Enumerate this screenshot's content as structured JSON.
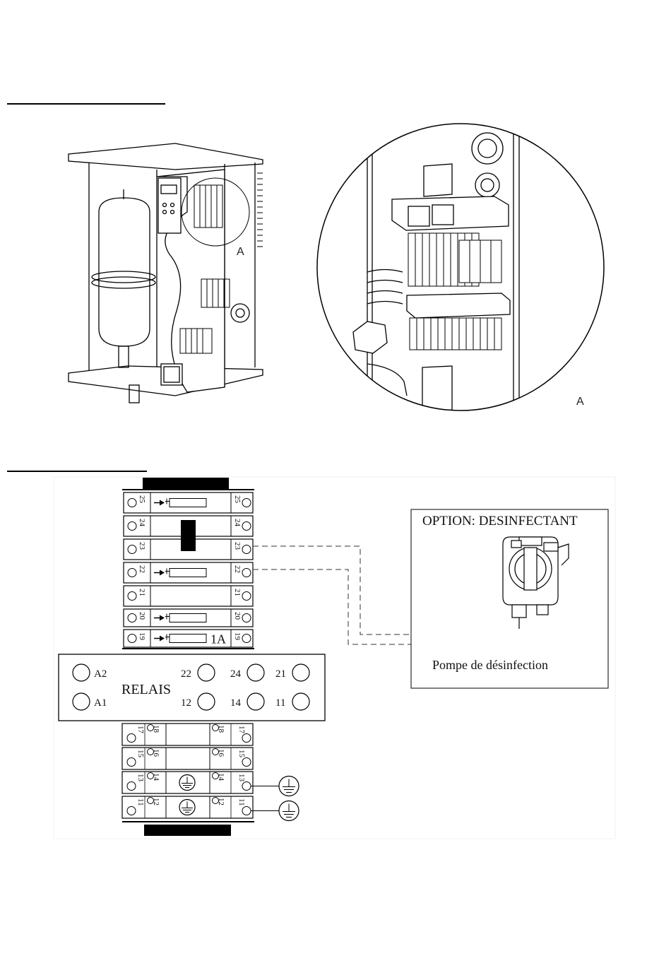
{
  "illustration": {
    "callout_letter": "A",
    "zoom_letter": "A"
  },
  "terminals_upper": [
    {
      "num": "25",
      "symbol": "fuse-arrow"
    },
    {
      "num": "24",
      "symbol": "bridge"
    },
    {
      "num": "23",
      "symbol": "bridge"
    },
    {
      "num": "22",
      "symbol": "fuse-arrow"
    },
    {
      "num": "21",
      "symbol": "none"
    },
    {
      "num": "20",
      "symbol": "fuse-arrow"
    },
    {
      "num": "19",
      "symbol": "fuse-arrow",
      "note": "1A"
    }
  ],
  "relay": {
    "label": "RELAIS",
    "top_row": [
      "A2",
      "22",
      "24",
      "21"
    ],
    "bottom_row": [
      "A1",
      "12",
      "14",
      "11"
    ]
  },
  "terminals_lower": [
    {
      "num": "17",
      "inner": "18",
      "symbol": "none"
    },
    {
      "num": "15",
      "inner": "16",
      "symbol": "none"
    },
    {
      "num": "13",
      "inner": "14",
      "symbol": "ground"
    },
    {
      "num": "11",
      "inner": "12",
      "symbol": "ground"
    }
  ],
  "option_box": {
    "title": "OPTION: DESINFECTANT",
    "caption": "Pompe de désinfection"
  }
}
